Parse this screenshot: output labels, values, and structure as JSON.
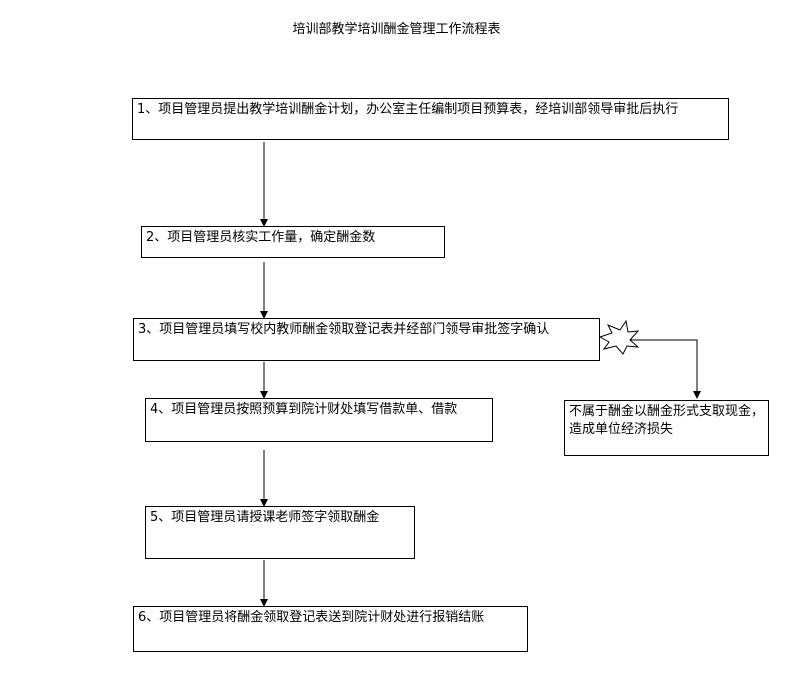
{
  "title": "培训部教学培训酬金管理工作流程表",
  "steps": [
    "1、项目管理员提出教学培训酬金计划，办公室主任编制项目预算表，经培训部领导审批后执行",
    "2、项目管理员核实工作量，确定酬金数",
    "3、项目管理员填写校内教师酬金领取登记表并经部门领导审批签字确认",
    "4、项目管理员按照预算到院计财处填写借款单、借款",
    "5、项目管理员请授课老师签字领取酬金",
    "6、项目管理员将酬金领取登记表送到院计财处进行报销结账"
  ],
  "warning": "不属于酬金以酬金形式支取现金，造成单位经济损失"
}
